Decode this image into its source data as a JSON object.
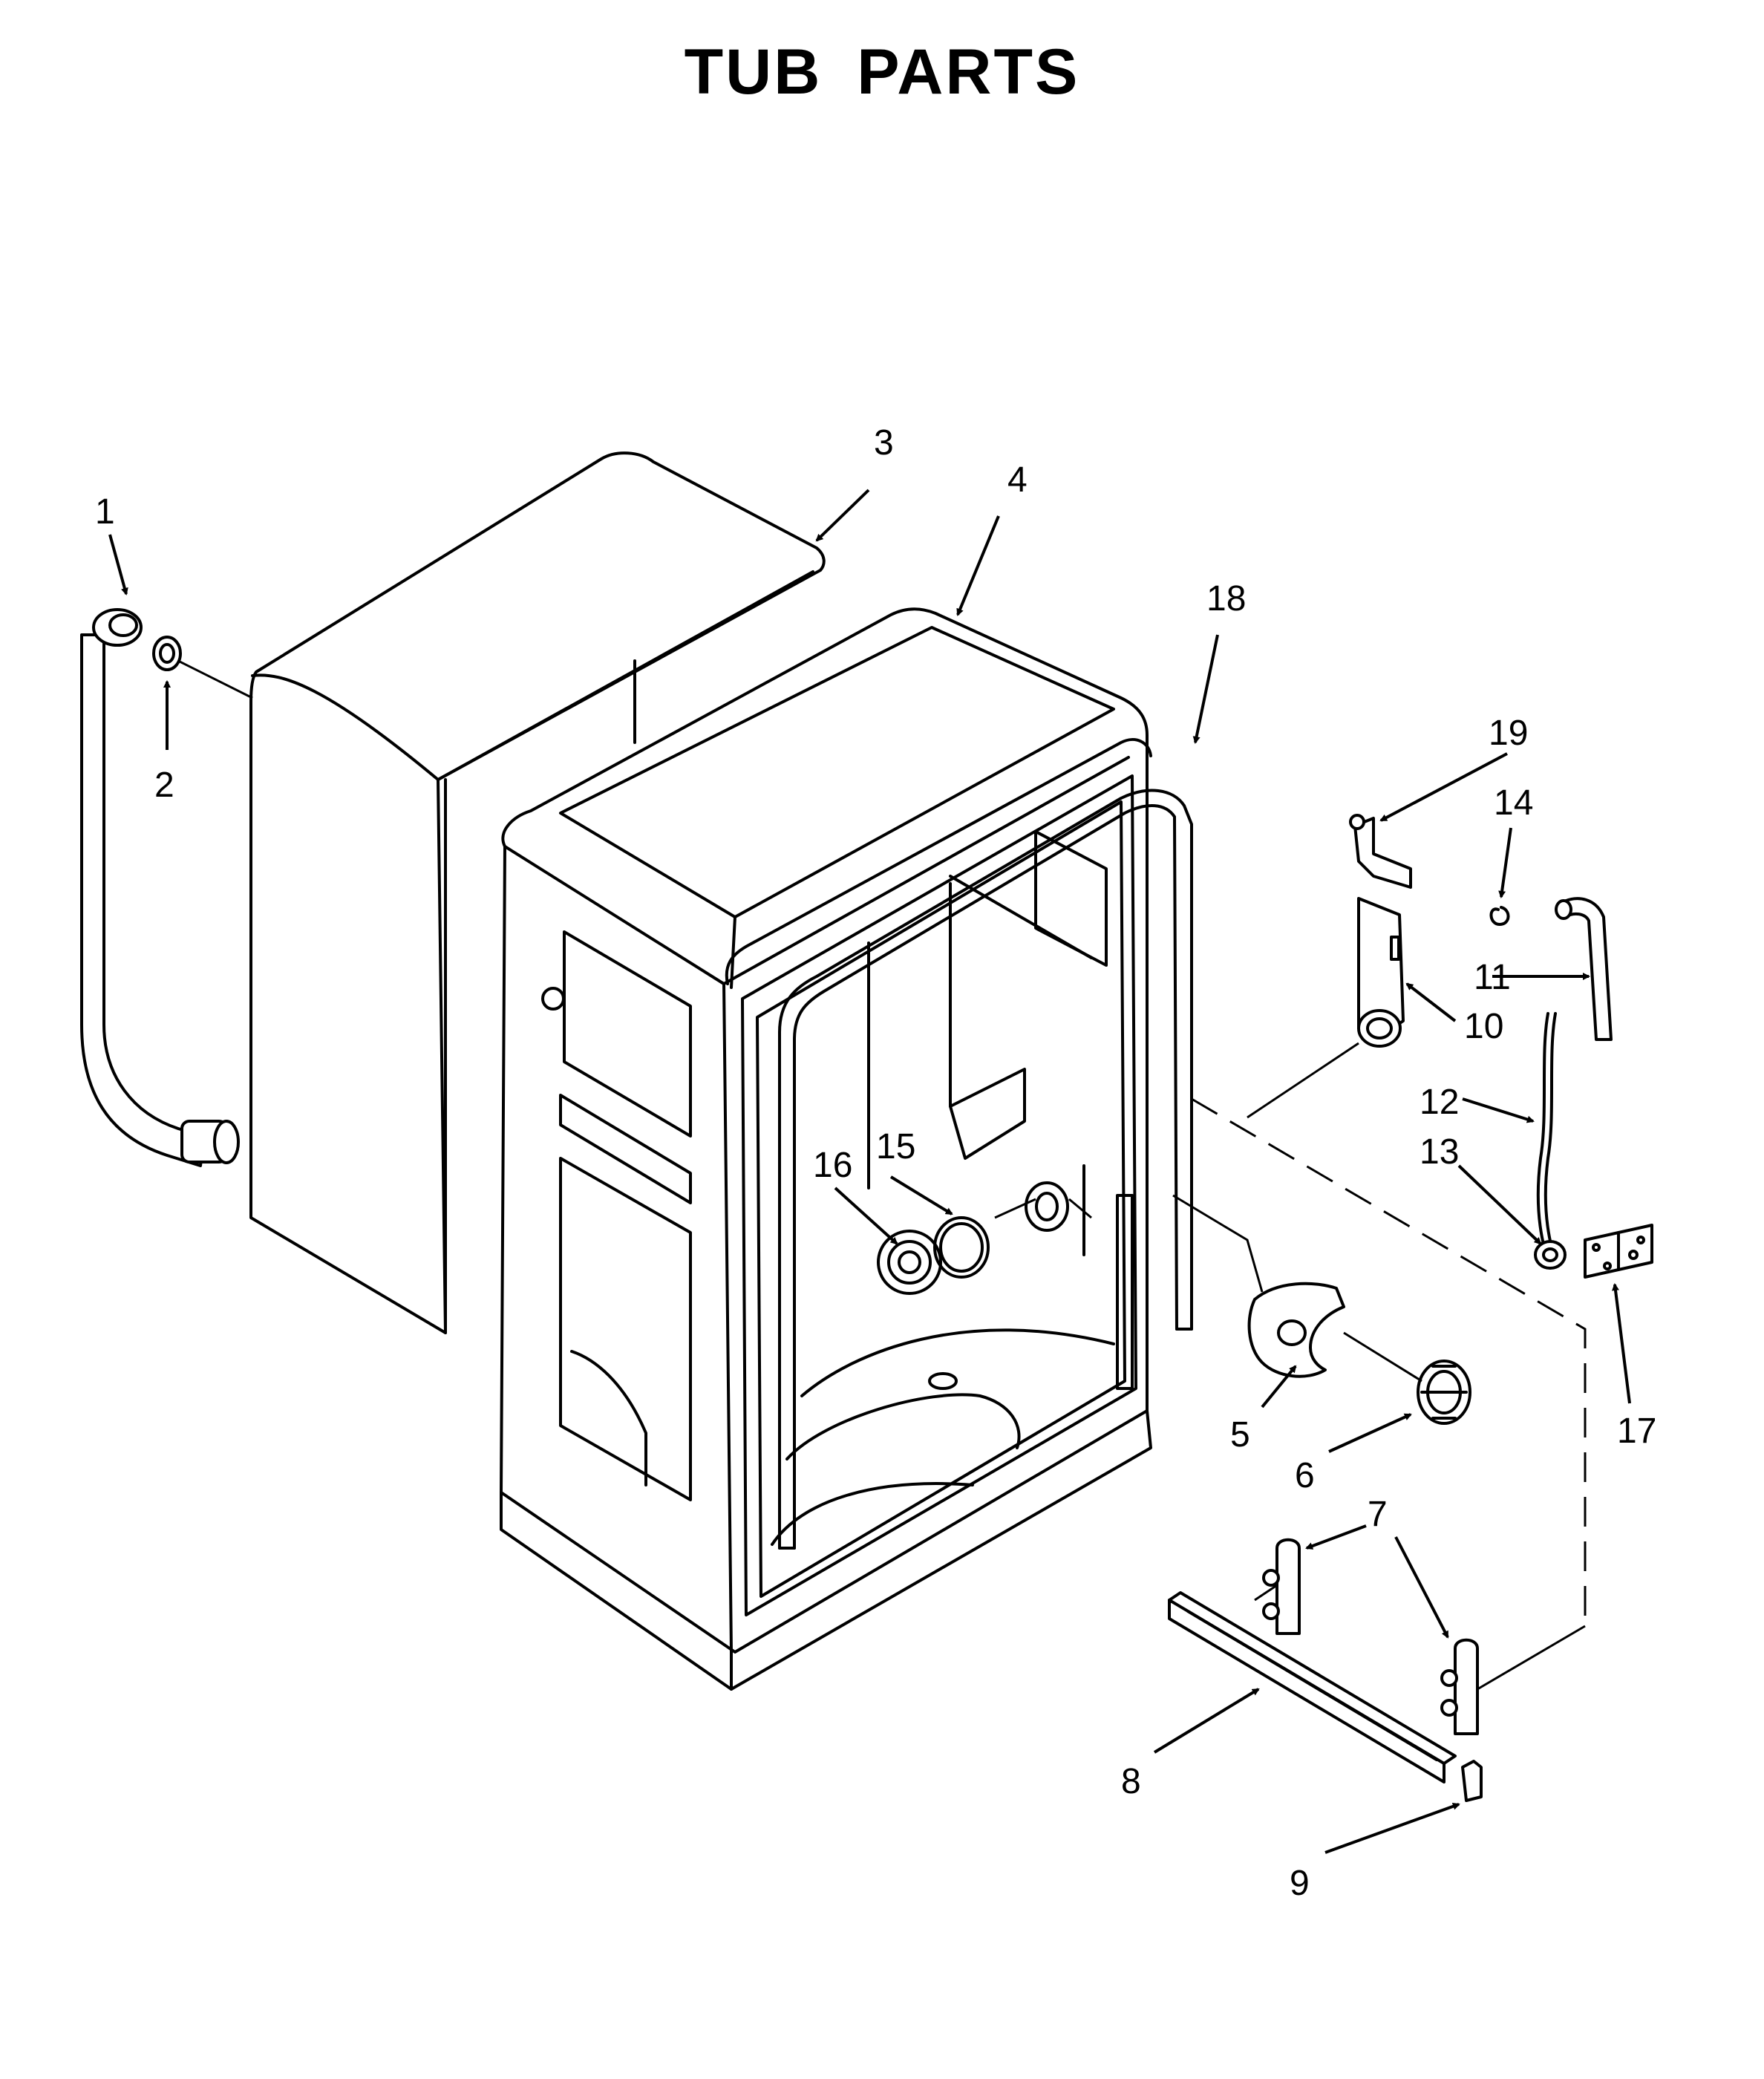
{
  "title": "TUB PARTS",
  "callouts": {
    "c1": "1",
    "c2": "2",
    "c3": "3",
    "c4": "4",
    "c5": "5",
    "c6": "6",
    "c7": "7",
    "c8": "8",
    "c9": "9",
    "c10": "10",
    "c11": "11",
    "c12": "12",
    "c13": "13",
    "c14": "14",
    "c15": "15",
    "c16": "16",
    "c17": "17",
    "c18": "18",
    "c19": "19"
  }
}
